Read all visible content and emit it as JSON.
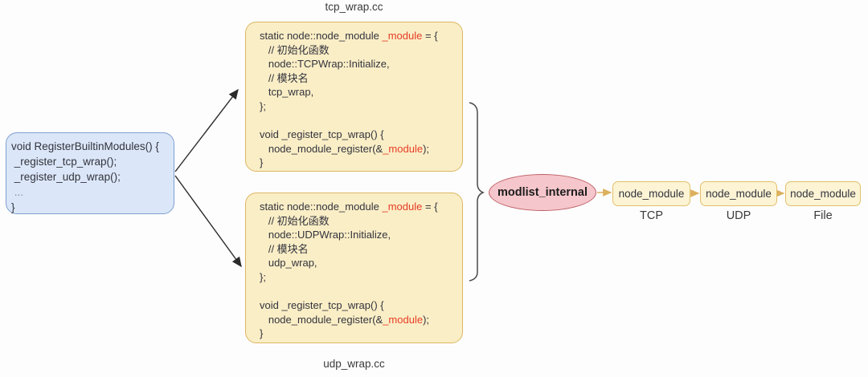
{
  "colors": {
    "bg": "#fdfdfd",
    "code-text": "#33333d",
    "code-red": "#e73c25",
    "code-dim": "#8a8a92",
    "yellow-fill": "#faeec6",
    "yellow-border": "#dcb762",
    "blue-fill": "#dbe7f8",
    "blue-border": "#7f9fd1",
    "ellipse-fill": "#f5c6cb",
    "ellipse-border": "#bf6168",
    "chain-fill": "#fcf4d4",
    "chain-border": "#e2c06c",
    "connector-tan": "#dcb05c",
    "arrow-black": "#2a2a2a",
    "bracket-gray": "#4a4a4a",
    "label-gray": "#3a3a3a"
  },
  "file_labels": {
    "tcp": "tcp_wrap.cc",
    "udp": "udp_wrap.cc"
  },
  "register_box": {
    "lines": [
      [
        [
          "void RegisterBuiltinModules() {",
          null
        ]
      ],
      [
        [
          " _register_tcp_wrap();",
          null
        ]
      ],
      [
        [
          " _register_udp_wrap();",
          null
        ]
      ],
      [
        [
          " ...",
          "dim"
        ]
      ],
      [
        [
          "}",
          null
        ]
      ]
    ]
  },
  "tcp_box": {
    "lines": [
      [
        [
          "static node::node_module ",
          null
        ],
        [
          "_module",
          "red"
        ],
        [
          " = {",
          null
        ]
      ],
      [
        [
          "   // 初始化函数",
          null
        ]
      ],
      [
        [
          "   node::TCPWrap::Initialize,",
          null
        ]
      ],
      [
        [
          "   // 模块名",
          null
        ]
      ],
      [
        [
          "   tcp_wrap,",
          null
        ]
      ],
      [
        [
          "};",
          null
        ]
      ],
      [
        [
          " ",
          null
        ]
      ],
      [
        [
          "void _register_tcp_wrap() {",
          null
        ]
      ],
      [
        [
          "   node_module_register(&",
          null
        ],
        [
          "_module",
          "red"
        ],
        [
          ");",
          null
        ]
      ],
      [
        [
          "}",
          null
        ]
      ]
    ]
  },
  "udp_box": {
    "lines": [
      [
        [
          "static node::node_module ",
          null
        ],
        [
          "_module",
          "red"
        ],
        [
          " = {",
          null
        ]
      ],
      [
        [
          "   // 初始化函数",
          null
        ]
      ],
      [
        [
          "   node::UDPWrap::Initialize,",
          null
        ]
      ],
      [
        [
          "   // 模块名",
          null
        ]
      ],
      [
        [
          "   udp_wrap,",
          null
        ]
      ],
      [
        [
          "};",
          null
        ]
      ],
      [
        [
          " ",
          null
        ]
      ],
      [
        [
          "void _register_tcp_wrap() {",
          null
        ]
      ],
      [
        [
          "   node_module_register(&",
          null
        ],
        [
          "_module",
          "red"
        ],
        [
          ");",
          null
        ]
      ],
      [
        [
          "}",
          null
        ]
      ]
    ]
  },
  "modlist": {
    "label": "modlist_internal"
  },
  "chain": {
    "items": [
      {
        "label": "node_module",
        "caption": "TCP"
      },
      {
        "label": "node_module",
        "caption": "UDP"
      },
      {
        "label": "node_module",
        "caption": "File"
      }
    ]
  }
}
